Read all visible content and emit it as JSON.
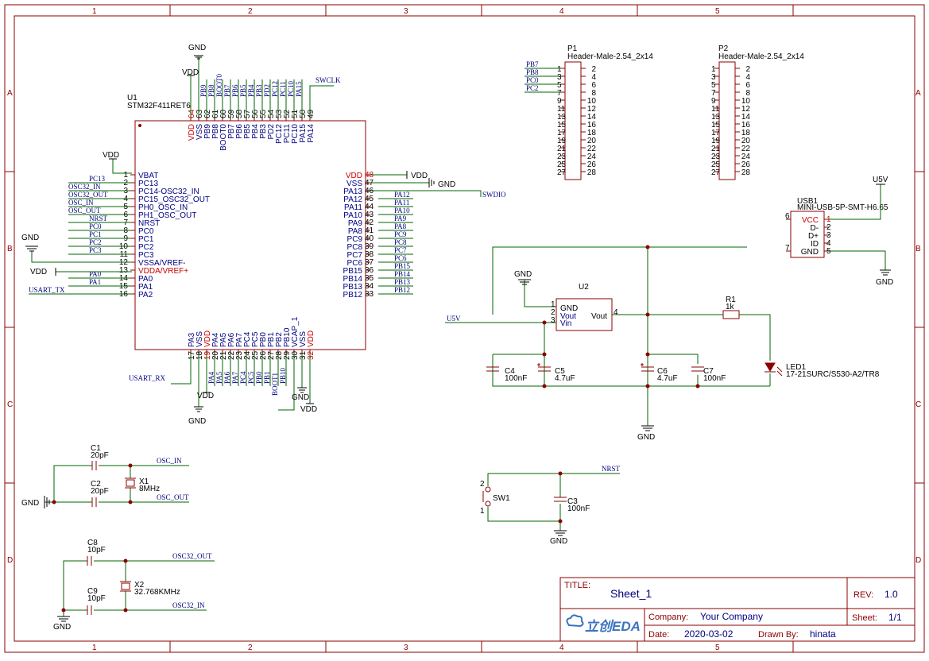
{
  "frame": {
    "cols": [
      "1",
      "2",
      "3",
      "4",
      "5"
    ],
    "rows": [
      "A",
      "B",
      "C",
      "D"
    ]
  },
  "title_block": {
    "title_label": "TITLE:",
    "title": "Sheet_1",
    "rev_label": "REV:",
    "rev": "1.0",
    "company_label": "Company:",
    "company": "Your Company",
    "sheet_label": "Sheet:",
    "sheet": "1/1",
    "date_label": "Date:",
    "date": "2020-03-02",
    "drawn_label": "Drawn By:",
    "drawn_by": "hinata",
    "logo": "立创EDA"
  },
  "u1": {
    "ref": "U1",
    "part": "STM32F411RET6",
    "left_pins": [
      {
        "num": "1",
        "name": "VBAT",
        "red": false
      },
      {
        "num": "2",
        "name": "PC13",
        "red": false
      },
      {
        "num": "3",
        "name": "PC14-OSC32_IN",
        "red": false
      },
      {
        "num": "4",
        "name": "PC15_OSC32_OUT",
        "red": false
      },
      {
        "num": "5",
        "name": "PH0_OSC_IN",
        "red": false
      },
      {
        "num": "6",
        "name": "PH1_OSC_OUT",
        "red": false
      },
      {
        "num": "7",
        "name": "NRST",
        "red": false
      },
      {
        "num": "8",
        "name": "PC0",
        "red": false
      },
      {
        "num": "9",
        "name": "PC1",
        "red": false
      },
      {
        "num": "10",
        "name": "PC2",
        "red": false
      },
      {
        "num": "11",
        "name": "PC3",
        "red": false
      },
      {
        "num": "12",
        "name": "VSSA/VREF-",
        "red": false
      },
      {
        "num": "13",
        "name": "VDDA/VREF+",
        "red": true
      },
      {
        "num": "14",
        "name": "PA0",
        "red": false
      },
      {
        "num": "15",
        "name": "PA1",
        "red": false
      },
      {
        "num": "16",
        "name": "PA2",
        "red": false
      }
    ],
    "left_nets": [
      "",
      "PC13",
      "OSC32_IN",
      "OSC32_OUT",
      "OSC_IN",
      "OSC_OUT",
      "NRST",
      "PC0",
      "PC1",
      "PC2",
      "PC3",
      "",
      "",
      "PA0",
      "PA1",
      "USART_TX"
    ],
    "right_pins": [
      {
        "num": "48",
        "name": "VDD",
        "red": true
      },
      {
        "num": "47",
        "name": "VSS",
        "red": false
      },
      {
        "num": "46",
        "name": "PA13",
        "red": false
      },
      {
        "num": "45",
        "name": "PA12",
        "red": false
      },
      {
        "num": "44",
        "name": "PA11",
        "red": false
      },
      {
        "num": "43",
        "name": "PA10",
        "red": false
      },
      {
        "num": "42",
        "name": "PA9",
        "red": false
      },
      {
        "num": "41",
        "name": "PA8",
        "red": false
      },
      {
        "num": "40",
        "name": "PC9",
        "red": false
      },
      {
        "num": "39",
        "name": "PC8",
        "red": false
      },
      {
        "num": "38",
        "name": "PC7",
        "red": false
      },
      {
        "num": "37",
        "name": "PC6",
        "red": false
      },
      {
        "num": "36",
        "name": "PB15",
        "red": false
      },
      {
        "num": "35",
        "name": "PB14",
        "red": false
      },
      {
        "num": "34",
        "name": "PB13",
        "red": false
      },
      {
        "num": "33",
        "name": "PB12",
        "red": false
      }
    ],
    "right_nets": [
      "",
      "",
      "",
      "PA12",
      "PA11",
      "PA10",
      "PA9",
      "PA8",
      "PC9",
      "PC8",
      "PC7",
      "PC6",
      "PB15",
      "PB14",
      "PB13",
      "PB12"
    ],
    "top_pins": [
      {
        "num": "64",
        "name": "VDD",
        "red": true
      },
      {
        "num": "63",
        "name": "VSS",
        "red": false
      },
      {
        "num": "62",
        "name": "PB9",
        "red": false
      },
      {
        "num": "61",
        "name": "PB8",
        "red": false
      },
      {
        "num": "60",
        "name": "BOOT0",
        "red": false
      },
      {
        "num": "59",
        "name": "PB7",
        "red": false
      },
      {
        "num": "58",
        "name": "PB6",
        "red": false
      },
      {
        "num": "57",
        "name": "PB5",
        "red": false
      },
      {
        "num": "56",
        "name": "PB4",
        "red": false
      },
      {
        "num": "55",
        "name": "PB3",
        "red": false
      },
      {
        "num": "54",
        "name": "PD2",
        "red": false
      },
      {
        "num": "53",
        "name": "PC12",
        "red": false
      },
      {
        "num": "52",
        "name": "PC11",
        "red": false
      },
      {
        "num": "51",
        "name": "PC10",
        "red": false
      },
      {
        "num": "50",
        "name": "PA15",
        "red": false
      },
      {
        "num": "49",
        "name": "PA14",
        "red": false
      }
    ],
    "top_nets": [
      "",
      "",
      "PB9",
      "PB8",
      "BOOT0",
      "PB7",
      "PB6",
      "PB5",
      "PB4",
      "PB3",
      "PD2",
      "PC12",
      "PC11",
      "PC10",
      "PA15",
      ""
    ],
    "bottom_pins": [
      {
        "num": "17",
        "name": "PA3",
        "red": false
      },
      {
        "num": "18",
        "name": "VSS",
        "red": false
      },
      {
        "num": "19",
        "name": "VDD",
        "red": true
      },
      {
        "num": "20",
        "name": "PA4",
        "red": false
      },
      {
        "num": "21",
        "name": "PA5",
        "red": false
      },
      {
        "num": "22",
        "name": "PA6",
        "red": false
      },
      {
        "num": "23",
        "name": "PA7",
        "red": false
      },
      {
        "num": "24",
        "name": "PC4",
        "red": false
      },
      {
        "num": "25",
        "name": "PC5",
        "red": false
      },
      {
        "num": "26",
        "name": "PB0",
        "red": false
      },
      {
        "num": "27",
        "name": "PB1",
        "red": false
      },
      {
        "num": "28",
        "name": "PB2",
        "red": false
      },
      {
        "num": "29",
        "name": "PB10",
        "red": false
      },
      {
        "num": "30",
        "name": "VCAP_1",
        "red": false
      },
      {
        "num": "31",
        "name": "VSS",
        "red": false
      },
      {
        "num": "32",
        "name": "VDD",
        "red": true
      }
    ],
    "bottom_nets": [
      "",
      "",
      "",
      "PA4",
      "PA5",
      "PA6",
      "PA7",
      "PC4",
      "PC5",
      "PB0",
      "PB1",
      "BOOT1",
      "PB10",
      "",
      "",
      ""
    ]
  },
  "nets": {
    "gnd": "GND",
    "vdd": "VDD",
    "u5v": "U5V",
    "swclk": "SWCLK",
    "swdio": "SWDIO",
    "usart_tx": "USART_TX",
    "usart_rx": "USART_RX",
    "osc_in": "OSC_IN",
    "osc_out": "OSC_OUT",
    "osc32_out": "OSC32_OUT",
    "osc32_in": "OSC32_IN",
    "nrst": "NRST"
  },
  "p1": {
    "ref": "P1",
    "part": "Header-Male-2.54_2x14",
    "nets": [
      "PB7",
      "PB8",
      "PC0",
      "PC2"
    ]
  },
  "p2": {
    "ref": "P2",
    "part": "Header-Male-2.54_2x14"
  },
  "header_pins_left": [
    "1",
    "3",
    "5",
    "7",
    "9",
    "11",
    "13",
    "15",
    "17",
    "19",
    "21",
    "23",
    "25",
    "27"
  ],
  "header_pins_right": [
    "2",
    "4",
    "6",
    "8",
    "10",
    "12",
    "14",
    "16",
    "18",
    "20",
    "22",
    "24",
    "26",
    "28"
  ],
  "usb1": {
    "ref": "USB1",
    "part": "MINI-USB-5P-SMT-H6.65",
    "pins": [
      {
        "num": "1",
        "name": "VCC",
        "red": true
      },
      {
        "num": "2",
        "name": "D-",
        "red": false
      },
      {
        "num": "3",
        "name": "D+",
        "red": false
      },
      {
        "num": "4",
        "name": "ID",
        "red": false
      },
      {
        "num": "5",
        "name": "GND",
        "red": false
      }
    ],
    "extra": [
      "6",
      "7"
    ]
  },
  "u2": {
    "ref": "U2",
    "p1": "GND",
    "p2": "Vout",
    "p3": "Vin",
    "p4": "Vout",
    "n1": "1",
    "n2": "2",
    "n3": "3",
    "n4": "4"
  },
  "r1": {
    "ref": "R1",
    "value": "1k"
  },
  "led1": {
    "ref": "LED1",
    "part": "17-21SURC/S530-A2/TR8"
  },
  "c1": {
    "ref": "C1",
    "value": "20pF"
  },
  "c2": {
    "ref": "C2",
    "value": "20pF"
  },
  "c3": {
    "ref": "C3",
    "value": "100nF"
  },
  "c4": {
    "ref": "C4",
    "value": "100nF"
  },
  "c5": {
    "ref": "C5",
    "value": "4.7uF"
  },
  "c6": {
    "ref": "C6",
    "value": "4.7uF"
  },
  "c7": {
    "ref": "C7",
    "value": "100nF"
  },
  "c8": {
    "ref": "C8",
    "value": "10pF"
  },
  "c9": {
    "ref": "C9",
    "value": "10pF"
  },
  "x1": {
    "ref": "X1",
    "value": "8MHz"
  },
  "x2": {
    "ref": "X2",
    "value": "32.768KMHz"
  },
  "sw1": {
    "ref": "SW1",
    "p1": "1",
    "p2": "2"
  },
  "colors": {
    "frame": "#8b0000",
    "wire": "#006400",
    "part": "#8b0000",
    "text": "#000080",
    "pin_red": "#cc0000"
  }
}
